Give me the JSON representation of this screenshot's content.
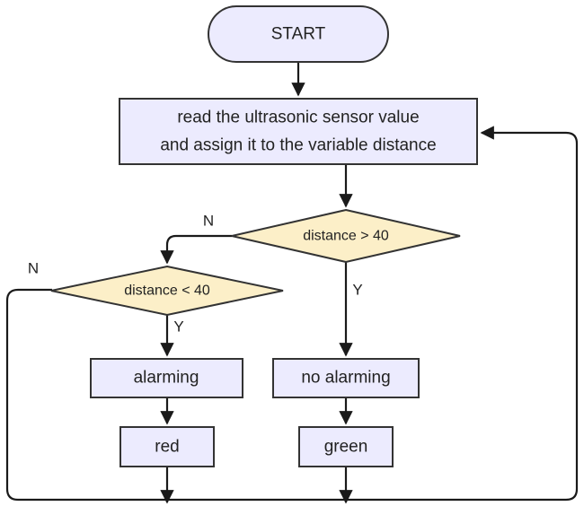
{
  "diagram": {
    "nodes": {
      "start": "START",
      "read_line1": "read the ultrasonic sensor value",
      "read_line2": "and assign it to the variable distance",
      "decision_gt": "distance > 40",
      "decision_lt": "distance < 40",
      "alarming": "alarming",
      "no_alarming": "no alarming",
      "red": "red",
      "green": "green"
    },
    "edge_labels": {
      "gt_no": "N",
      "gt_yes": "Y",
      "lt_no": "N",
      "lt_yes": "Y"
    }
  },
  "colors": {
    "node_fill": "#ecebfe",
    "node_stroke": "#333333",
    "decision_fill": "#fcefc8",
    "edge": "#1a1a1a"
  }
}
